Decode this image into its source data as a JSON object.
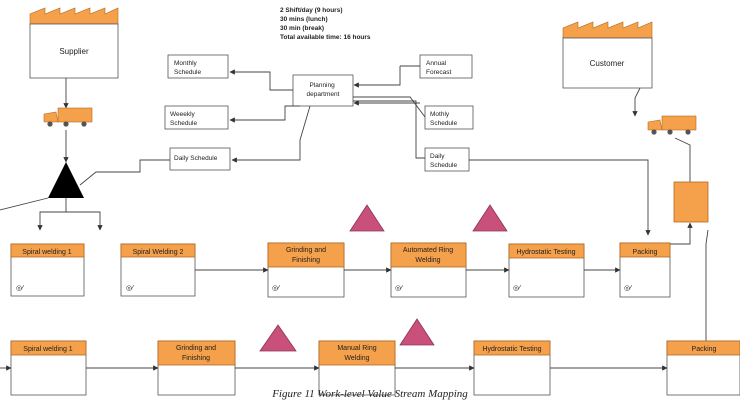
{
  "info_lines": [
    "2 Shift/day (9 hours)",
    "30 mins (lunch)",
    "30 min (break)",
    "Total available time: 16 hours"
  ],
  "supplier": "Supplier",
  "customer": "Customer",
  "planning": [
    "Planning",
    "department"
  ],
  "schedules": {
    "monthly": [
      "Monthly",
      "Schedule"
    ],
    "weekly": [
      "Weeekly",
      "Schedule"
    ],
    "daily_left": [
      "Daily Schedule"
    ],
    "annual": [
      "Annual",
      "Forecast"
    ],
    "mothly": [
      "Mothly",
      "Schedule"
    ],
    "daily_right": [
      "Daily",
      "Schedule"
    ]
  },
  "top_row": [
    [
      "Spiral welding 1"
    ],
    [
      "Spiral Welding 2"
    ],
    [
      "Grinding and",
      "Finishing"
    ],
    [
      "Automated Ring",
      "Welding"
    ],
    [
      "Hydrostatic Testing"
    ],
    [
      "Packing"
    ]
  ],
  "bottom_row": [
    [
      "Spiral welding 1"
    ],
    [
      "Grinding and",
      "Finishing"
    ],
    [
      "Manual Ring",
      "Welding"
    ],
    [
      "Hydrostatic Testing"
    ],
    [
      "Packing"
    ]
  ],
  "operator_icon": "operator-icon",
  "truck_icon": "truck-icon",
  "inventory_icon": "inventory-triangle-icon",
  "caption": "Figure 11 Work-level Value Stream Mapping",
  "colors": {
    "process_header": "#f5a04a",
    "inventory": "#c9507a",
    "push_triangle": "#000000"
  }
}
